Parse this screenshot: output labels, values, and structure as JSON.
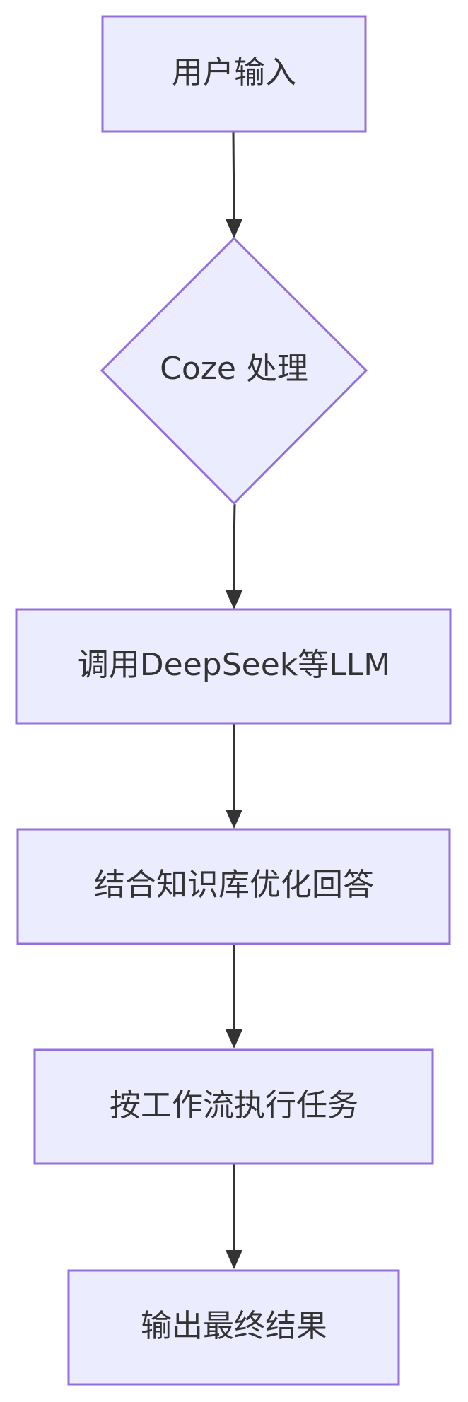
{
  "colors": {
    "node_fill": "#ececff",
    "node_stroke": "#9370db",
    "edge": "#333333",
    "text": "#333333",
    "background": "#ffffff"
  },
  "flowchart": {
    "nodes": [
      {
        "id": "user-input",
        "shape": "rect",
        "label": "用户输入"
      },
      {
        "id": "coze-process",
        "shape": "diamond",
        "label": "Coze 处理"
      },
      {
        "id": "call-llm",
        "shape": "rect",
        "label": "调用DeepSeek等LLM"
      },
      {
        "id": "knowledge-optimize",
        "shape": "rect",
        "label": "结合知识库优化回答"
      },
      {
        "id": "workflow-exec",
        "shape": "rect",
        "label": "按工作流执行任务"
      },
      {
        "id": "final-output",
        "shape": "rect",
        "label": "输出最终结果"
      }
    ],
    "edges": [
      {
        "from": "user-input",
        "to": "coze-process"
      },
      {
        "from": "coze-process",
        "to": "call-llm"
      },
      {
        "from": "call-llm",
        "to": "knowledge-optimize"
      },
      {
        "from": "knowledge-optimize",
        "to": "workflow-exec"
      },
      {
        "from": "workflow-exec",
        "to": "final-output"
      }
    ]
  }
}
